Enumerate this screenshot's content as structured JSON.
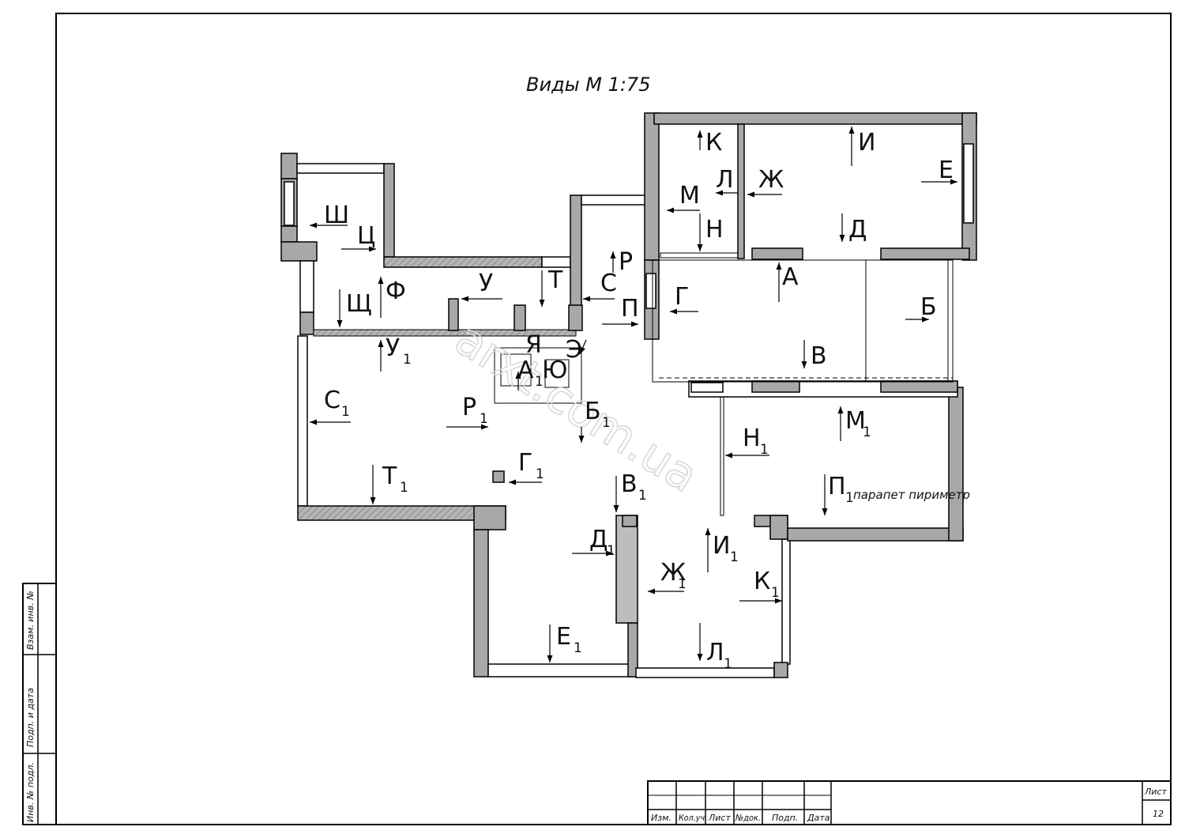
{
  "drawing": {
    "title": "Виды М 1:75",
    "note": "парапет пириметр",
    "watermark": "arxt.com.ua"
  },
  "views": [
    {
      "id": "А",
      "sub": ""
    },
    {
      "id": "Б",
      "sub": ""
    },
    {
      "id": "В",
      "sub": ""
    },
    {
      "id": "Г",
      "sub": ""
    },
    {
      "id": "Д",
      "sub": ""
    },
    {
      "id": "Е",
      "sub": ""
    },
    {
      "id": "Ж",
      "sub": ""
    },
    {
      "id": "И",
      "sub": ""
    },
    {
      "id": "К",
      "sub": ""
    },
    {
      "id": "Л",
      "sub": ""
    },
    {
      "id": "М",
      "sub": ""
    },
    {
      "id": "Н",
      "sub": ""
    },
    {
      "id": "П",
      "sub": ""
    },
    {
      "id": "Р",
      "sub": ""
    },
    {
      "id": "С",
      "sub": ""
    },
    {
      "id": "Т",
      "sub": ""
    },
    {
      "id": "У",
      "sub": ""
    },
    {
      "id": "Ф",
      "sub": ""
    },
    {
      "id": "Щ",
      "sub": ""
    },
    {
      "id": "Ц",
      "sub": ""
    },
    {
      "id": "Ш",
      "sub": ""
    },
    {
      "id": "Э",
      "sub": ""
    },
    {
      "id": "Я",
      "sub": ""
    },
    {
      "id": "Ю",
      "sub": ""
    },
    {
      "id": "А",
      "sub": "1"
    },
    {
      "id": "Б",
      "sub": "1"
    },
    {
      "id": "В",
      "sub": "1"
    },
    {
      "id": "Г",
      "sub": "1"
    },
    {
      "id": "Д",
      "sub": "1"
    },
    {
      "id": "Е",
      "sub": "1"
    },
    {
      "id": "Ж",
      "sub": "1"
    },
    {
      "id": "И",
      "sub": "1"
    },
    {
      "id": "К",
      "sub": "1"
    },
    {
      "id": "Л",
      "sub": "1"
    },
    {
      "id": "М",
      "sub": "1"
    },
    {
      "id": "Н",
      "sub": "1"
    },
    {
      "id": "П",
      "sub": "1"
    },
    {
      "id": "Р",
      "sub": "1"
    },
    {
      "id": "С",
      "sub": "1"
    },
    {
      "id": "Т",
      "sub": "1"
    },
    {
      "id": "У",
      "sub": "1"
    }
  ],
  "side_stamp": [
    "Инв. № подл.",
    "Подп. и дата",
    "Взам. инв. №"
  ],
  "title_block": {
    "columns": [
      "Изм.",
      "Кол.уч",
      "Лист",
      "№док.",
      "Подп.",
      "Дата"
    ],
    "sheet_label": "Лист",
    "sheet_number": "12"
  }
}
